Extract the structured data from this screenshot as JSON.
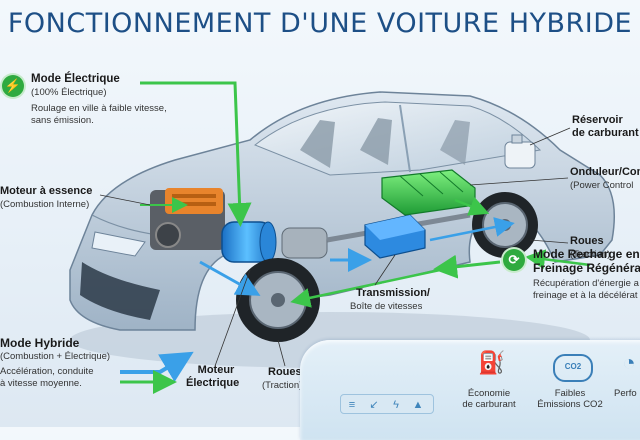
{
  "title": "FONCTIONNEMENT D'UNE VOITURE HYBRIDE",
  "mode_electrique": {
    "title": "Mode Électrique",
    "subtitle": "(100% Électrique)",
    "desc1": "Roulage en ville à faible vitesse,",
    "desc2": "sans émission.",
    "icon": "lightning-icon"
  },
  "moteur_essence": {
    "title": "Moteur à essence",
    "subtitle": "(Combustion Interne)"
  },
  "mode_hybride": {
    "title": "Mode Hybride",
    "subtitle": "(Combustion + Électrique)",
    "desc1": "Accélération, conduite",
    "desc2": "à vitesse moyenne."
  },
  "moteur_electrique": {
    "line1": "Moteur",
    "line2": "Électrique"
  },
  "roues_front": {
    "title": "Roues",
    "subtitle": "(Traction)"
  },
  "transmission": {
    "title": "Transmission/",
    "subtitle": "Boîte de vitesses"
  },
  "reservoir": {
    "line1": "Réservoir",
    "line2": "de carburant"
  },
  "onduleur": {
    "title": "Onduleur/Con",
    "subtitle": "(Power Control"
  },
  "roues_rear": {
    "title": "Roues",
    "subtitle": "(Traction)"
  },
  "mode_recharge": {
    "line1": "Mode Recharge en",
    "line2": "Freinage Régénéra",
    "desc1": "Récupération d'énergie a",
    "desc2": "freinage et à la décélérat",
    "icon": "recycle-icon"
  },
  "features": [
    {
      "icon": "fuel-pump-icon",
      "line1": "Économie",
      "line2": "de carburant"
    },
    {
      "icon": "co2-cloud-icon",
      "line1": "Faibles",
      "line2": "Émissions CO2",
      "badge": "CO2"
    },
    {
      "icon": "gauge-icon",
      "line1": "Perfo",
      "line2": ""
    }
  ],
  "colors": {
    "title": "#1d4f86",
    "electric_flow": "#3aa0e8",
    "green_flow": "#3cc54a",
    "engine": "#e8842c",
    "battery": "#3fd25a"
  }
}
